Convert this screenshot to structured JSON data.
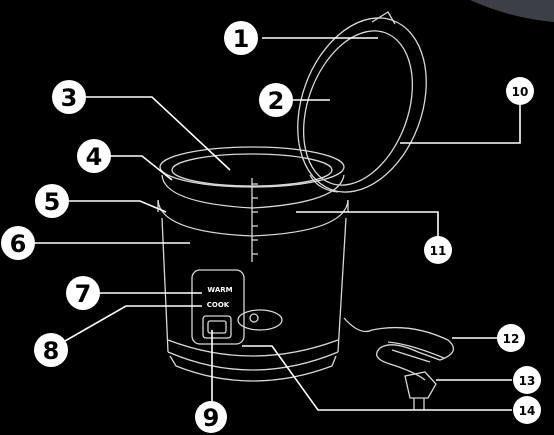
{
  "panel": {
    "warm_label": "WARM",
    "cook_label": "COOK"
  },
  "callouts": [
    {
      "id": "1",
      "label": "1"
    },
    {
      "id": "2",
      "label": "2"
    },
    {
      "id": "3",
      "label": "3"
    },
    {
      "id": "4",
      "label": "4"
    },
    {
      "id": "5",
      "label": "5"
    },
    {
      "id": "6",
      "label": "6"
    },
    {
      "id": "7",
      "label": "7"
    },
    {
      "id": "8",
      "label": "8"
    },
    {
      "id": "9",
      "label": "9"
    },
    {
      "id": "10",
      "label": "10"
    },
    {
      "id": "11",
      "label": "11"
    },
    {
      "id": "12",
      "label": "12"
    },
    {
      "id": "13",
      "label": "13"
    },
    {
      "id": "14",
      "label": "14"
    }
  ],
  "colors": {
    "background": "#000000",
    "outline": "#ffffff",
    "callout_fill": "#ffffff",
    "callout_text": "#000000"
  }
}
